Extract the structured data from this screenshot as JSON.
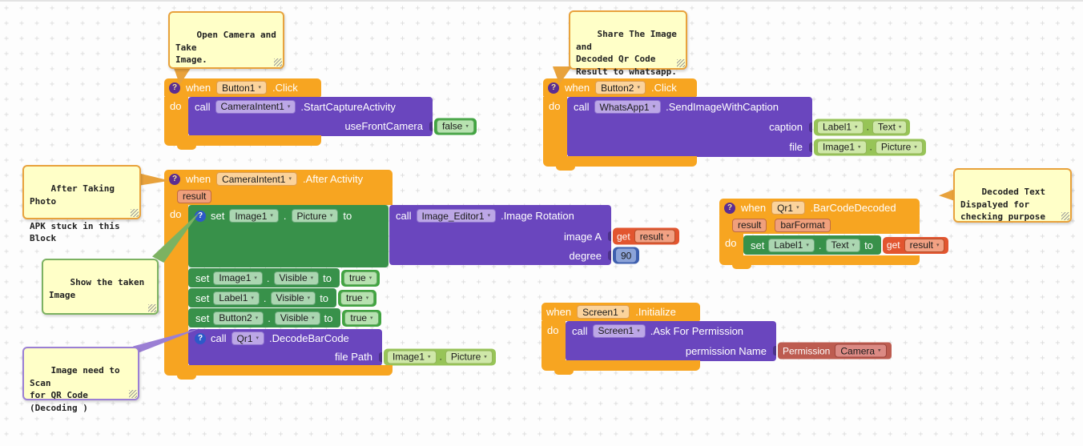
{
  "colors": {
    "event_orange": "#F7A521",
    "method_purple": "#6A46BE",
    "setter_green": "#38914A",
    "logic_green": "#41A441",
    "getter_green": "#97C457",
    "variable_red_orange": "#E2552F",
    "math_blue": "#3E5FAE",
    "helper_red": "#BD5C50",
    "comment_yellow": "#FFFFC8",
    "grid_dot": "#DBDBDB"
  },
  "icons": {
    "help": "?",
    "caret": "▾",
    "dot": "."
  },
  "comments": {
    "open_camera": {
      "text": "Open Camera and Take\nImage."
    },
    "share_whatsapp": {
      "text": "Share The Image and\nDecoded Qr Code\nResult to whatsapp."
    },
    "after_photo": {
      "text": "After Taking Photo\n\nAPK stuck in this\nBlock"
    },
    "show_image": {
      "text": "Show the taken Image"
    },
    "scan_qr": {
      "text": "Image need to Scan\nfor QR Code\n(Decoding )"
    },
    "decoded_text": {
      "text": "Decoded Text\nDispalyed for\nchecking purpose"
    }
  },
  "blocks": {
    "button1_click": {
      "when_kw": "when",
      "component": "Button1",
      "event": ".Click",
      "do_kw": "do",
      "call_kw": "call",
      "call_component": "CameraIntent1",
      "method": ".StartCaptureActivity",
      "param_name": "useFrontCamera",
      "param_value": "false"
    },
    "button2_click": {
      "when_kw": "when",
      "component": "Button2",
      "event": ".Click",
      "do_kw": "do",
      "call_kw": "call",
      "call_component": "WhatsApp1",
      "method": ".SendImageWithCaption",
      "caption_name": "caption",
      "caption_component": "Label1",
      "caption_prop": "Text",
      "file_name": "file",
      "file_component": "Image1",
      "file_prop": "Picture"
    },
    "camera_after": {
      "when_kw": "when",
      "component": "CameraIntent1",
      "event": ".After Activity",
      "result_badge": "result",
      "do_kw": "do",
      "set_kw": "set",
      "set_component": "Image1",
      "set_prop": "Picture",
      "to_kw": "to",
      "rot_call_kw": "call",
      "rot_component": "Image_Editor1",
      "rot_method": ".Image Rotation",
      "rot_param1": "image A",
      "get_kw": "get",
      "get_var": "result",
      "rot_param2": "degree",
      "degree": "90",
      "vis_rows": [
        {
          "set_kw": "set",
          "component": "Image1",
          "prop": "Visible",
          "to_kw": "to",
          "value": "true"
        },
        {
          "set_kw": "set",
          "component": "Label1",
          "prop": "Visible",
          "to_kw": "to",
          "value": "true"
        },
        {
          "set_kw": "set",
          "component": "Button2",
          "prop": "Visible",
          "to_kw": "to",
          "value": "true"
        }
      ],
      "dec_call_kw": "call",
      "dec_component": "Qr1",
      "dec_method": ".DecodeBarCode",
      "dec_param": "file Path",
      "dec_arg_component": "Image1",
      "dec_arg_prop": "Picture"
    },
    "qr_decoded": {
      "when_kw": "when",
      "component": "Qr1",
      "event": ".BarCodeDecoded",
      "badges": [
        "result",
        "barFormat"
      ],
      "do_kw": "do",
      "set_kw": "set",
      "set_component": "Label1",
      "set_prop": "Text",
      "to_kw": "to",
      "get_kw": "get",
      "get_var": "result"
    },
    "screen_init": {
      "when_kw": "when",
      "component": "Screen1",
      "event": ".Initialize",
      "do_kw": "do",
      "call_kw": "call",
      "call_component": "Screen1",
      "method": ".Ask For Permission",
      "param_name": "permission Name",
      "helper_label": "Permission",
      "helper_value": "Camera"
    }
  }
}
